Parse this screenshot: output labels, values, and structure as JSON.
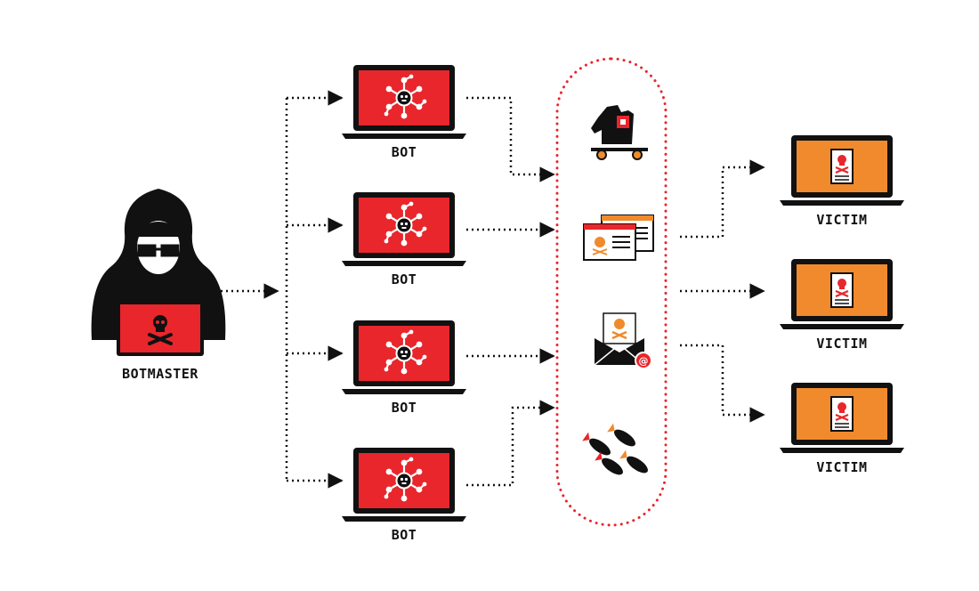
{
  "labels": {
    "botmaster": "BOTMASTER",
    "bot": "BOT",
    "victim": "VICTIM"
  },
  "colors": {
    "red": "#e8262b",
    "orange": "#f08a2c",
    "black": "#111111",
    "dots": "#e8262b"
  },
  "icons": {
    "botmaster": "hooded-hacker-icon",
    "bot": "virus-network-icon",
    "victim": "infected-file-icon",
    "attacks": [
      "trojan-horse-icon",
      "phishing-webpage-icon",
      "malicious-email-icon",
      "bombs-icon"
    ]
  }
}
